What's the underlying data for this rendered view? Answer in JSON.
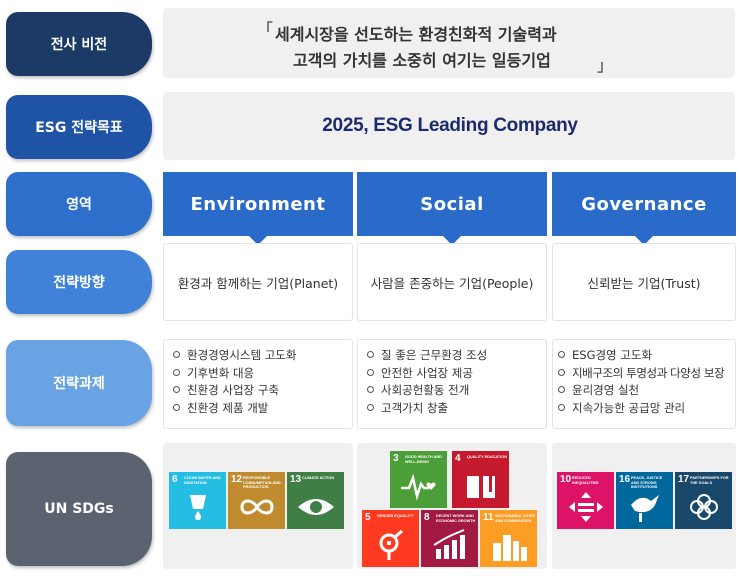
{
  "labels": {
    "vision": "전사 비전",
    "esg_goal": "ESG 전략목표",
    "area": "영역",
    "direction": "전략방향",
    "tasks": "전략과제",
    "sdgs": "UN SDGs"
  },
  "vision": {
    "open_bracket": "「",
    "line1": "세계시장을 선도하는 환경친화적 기술력과",
    "line2": "고객의 가치를 소중히 여기는 일등기업",
    "close_bracket": "」"
  },
  "esg_goal": "2025, ESG Leading Company",
  "pillars": [
    {
      "name": "Environment",
      "direction": "환경과 함께하는 기업(Planet)",
      "tasks": [
        "환경경영시스템 고도화",
        "기후변화 대응",
        "친환경 사업장 구축",
        "친환경 제품 개발"
      ]
    },
    {
      "name": "Social",
      "direction": "사람을 존중하는 기업(People)",
      "tasks": [
        "질 좋은 근무환경 조성",
        "안전한 사업장 제공",
        "사회공헌활동 전개",
        "고객가치 창출"
      ]
    },
    {
      "name": "Governance",
      "direction": "신뢰받는 기업(Trust)",
      "tasks": [
        "ESG경영 고도화",
        "지배구조의 투명성과 다양성 보장",
        "윤리경영 실천",
        "지속가능한 공급망 관리"
      ]
    }
  ],
  "sdgs": {
    "environment": [
      {
        "num": "6",
        "title": "CLEAN WATER AND SANITATION",
        "color": "#26bde2",
        "icon": "water-drop-icon"
      },
      {
        "num": "12",
        "title": "RESPONSIBLE CONSUMPTION AND PRODUCTION",
        "color": "#bf8b2e",
        "icon": "infinity-icon"
      },
      {
        "num": "13",
        "title": "CLIMATE ACTION",
        "color": "#3f7e44",
        "icon": "eye-earth-icon"
      }
    ],
    "social": [
      {
        "num": "3",
        "title": "GOOD HEALTH AND WELL-BEING",
        "color": "#4c9f38",
        "icon": "heartbeat-icon"
      },
      {
        "num": "4",
        "title": "QUALITY EDUCATION",
        "color": "#c5192d",
        "icon": "book-icon"
      },
      {
        "num": "5",
        "title": "GENDER EQUALITY",
        "color": "#ff3a21",
        "icon": "gender-icon"
      },
      {
        "num": "8",
        "title": "DECENT WORK AND ECONOMIC GROWTH",
        "color": "#a21942",
        "icon": "growth-chart-icon"
      },
      {
        "num": "11",
        "title": "SUSTAINABLE CITIES AND COMMUNITIES",
        "color": "#fd9d24",
        "icon": "city-icon"
      }
    ],
    "governance": [
      {
        "num": "10",
        "title": "REDUCED INEQUALITIES",
        "color": "#dd1367",
        "icon": "equality-arrows-icon"
      },
      {
        "num": "16",
        "title": "PEACE, JUSTICE AND STRONG INSTITUTIONS",
        "color": "#00689d",
        "icon": "dove-icon"
      },
      {
        "num": "17",
        "title": "PARTNERSHIPS FOR THE GOALS",
        "color": "#19486a",
        "icon": "flower-rings-icon"
      }
    ]
  },
  "colors": {
    "vision_pill": "#1b3a66",
    "esg_goal_pill": "#1e53a6",
    "area_pill": "#2f6fcc",
    "direction_pill": "#3f82d8",
    "tasks_pill": "#6aa3e4",
    "sdgs_pill": "#5b6270",
    "pillar_header": "#2a6bc9",
    "goal_text": "#1d2b6d"
  }
}
